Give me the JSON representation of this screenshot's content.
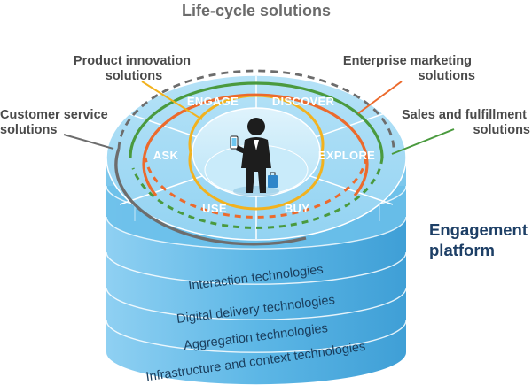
{
  "title": "Life-cycle solutions",
  "callouts": {
    "product_innovation": [
      "Product innovation",
      "solutions"
    ],
    "enterprise_marketing": [
      "Enterprise marketing",
      "solutions"
    ],
    "customer_service": [
      "Customer service",
      "solutions"
    ],
    "sales_fulfillment": [
      "Sales and fulfillment",
      "solutions"
    ]
  },
  "segments": {
    "engage": "ENGAGE",
    "discover": "DISCOVER",
    "ask": "ASK",
    "explore": "EXPLORE",
    "use": "USE",
    "buy": "BUY"
  },
  "platform": [
    "Engagement",
    "platform"
  ],
  "layers": [
    "Interaction technologies",
    "Digital delivery technologies",
    "Aggregation technologies",
    "Infrastructure and context technologies"
  ],
  "colors": {
    "cylinder_top": "#8ed2f1",
    "cylinder_side": "#5fb8e6",
    "ring_orange": "#ec6a2c",
    "ring_green": "#4a9a3e",
    "ring_gray": "#6d6d6d",
    "ring_yellow": "#f2b21e",
    "title": "#6b6b6b",
    "platform": "#1d3f66"
  }
}
